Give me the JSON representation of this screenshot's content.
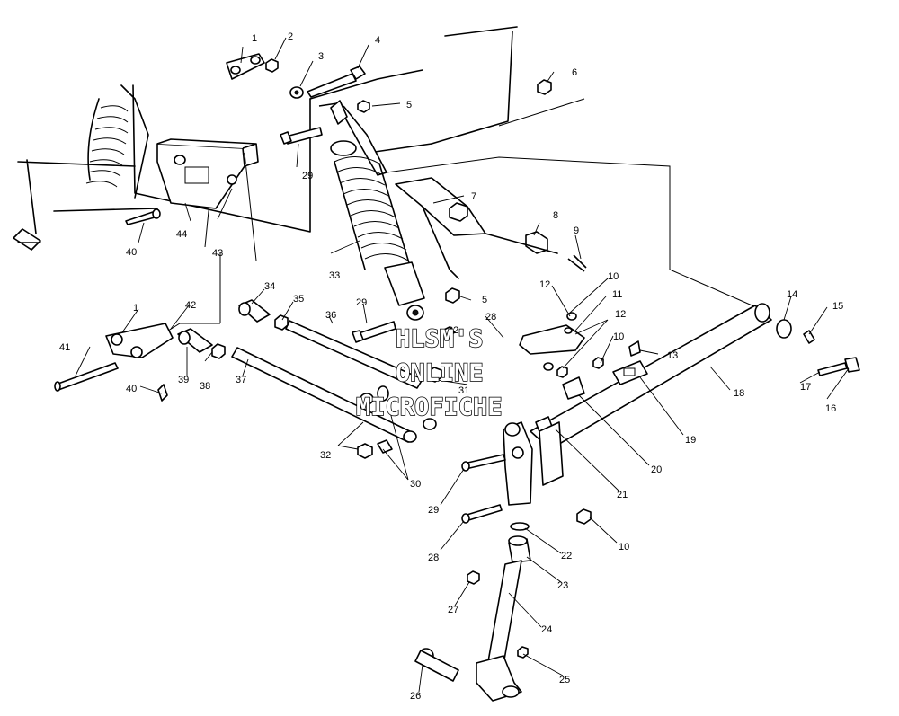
{
  "callouts": [
    {
      "id": "c1a",
      "text": "1"
    },
    {
      "id": "c2",
      "text": "2"
    },
    {
      "id": "c3",
      "text": "3"
    },
    {
      "id": "c4",
      "text": "4"
    },
    {
      "id": "c5a",
      "text": "5"
    },
    {
      "id": "c6",
      "text": "6"
    },
    {
      "id": "c29a",
      "text": "29"
    },
    {
      "id": "c7",
      "text": "7"
    },
    {
      "id": "c8",
      "text": "8"
    },
    {
      "id": "c9",
      "text": "9"
    },
    {
      "id": "c40a",
      "text": "40"
    },
    {
      "id": "c44",
      "text": "44"
    },
    {
      "id": "c43",
      "text": "43"
    },
    {
      "id": "c33",
      "text": "33"
    },
    {
      "id": "c10a",
      "text": "10"
    },
    {
      "id": "c11",
      "text": "11"
    },
    {
      "id": "c12a",
      "text": "12"
    },
    {
      "id": "c12b",
      "text": "12"
    },
    {
      "id": "c5b",
      "text": "5"
    },
    {
      "id": "c34",
      "text": "34"
    },
    {
      "id": "c35",
      "text": "35"
    },
    {
      "id": "c29b",
      "text": "29"
    },
    {
      "id": "c36",
      "text": "36"
    },
    {
      "id": "c28a",
      "text": "28"
    },
    {
      "id": "c32a",
      "text": "32"
    },
    {
      "id": "c10b",
      "text": "10"
    },
    {
      "id": "c13",
      "text": "13"
    },
    {
      "id": "c14",
      "text": "14"
    },
    {
      "id": "c15",
      "text": "15"
    },
    {
      "id": "c1b",
      "text": "1"
    },
    {
      "id": "c42",
      "text": "42"
    },
    {
      "id": "c41",
      "text": "41"
    },
    {
      "id": "c39",
      "text": "39"
    },
    {
      "id": "c38",
      "text": "38"
    },
    {
      "id": "c37",
      "text": "37"
    },
    {
      "id": "c40b",
      "text": "40"
    },
    {
      "id": "c31",
      "text": "31"
    },
    {
      "id": "c17",
      "text": "17"
    },
    {
      "id": "c16",
      "text": "16"
    },
    {
      "id": "c18",
      "text": "18"
    },
    {
      "id": "c19",
      "text": "19"
    },
    {
      "id": "c20",
      "text": "20"
    },
    {
      "id": "c32b",
      "text": "32"
    },
    {
      "id": "c30",
      "text": "30"
    },
    {
      "id": "c21",
      "text": "21"
    },
    {
      "id": "c29c",
      "text": "29"
    },
    {
      "id": "c10c",
      "text": "10"
    },
    {
      "id": "c28b",
      "text": "28"
    },
    {
      "id": "c22",
      "text": "22"
    },
    {
      "id": "c23",
      "text": "23"
    },
    {
      "id": "c27",
      "text": "27"
    },
    {
      "id": "c24",
      "text": "24"
    },
    {
      "id": "c25",
      "text": "25"
    },
    {
      "id": "c26",
      "text": "26"
    }
  ],
  "watermark": {
    "line1": "HLSM'S",
    "line2": "ONLINE",
    "line3": "MICROFICHE"
  }
}
